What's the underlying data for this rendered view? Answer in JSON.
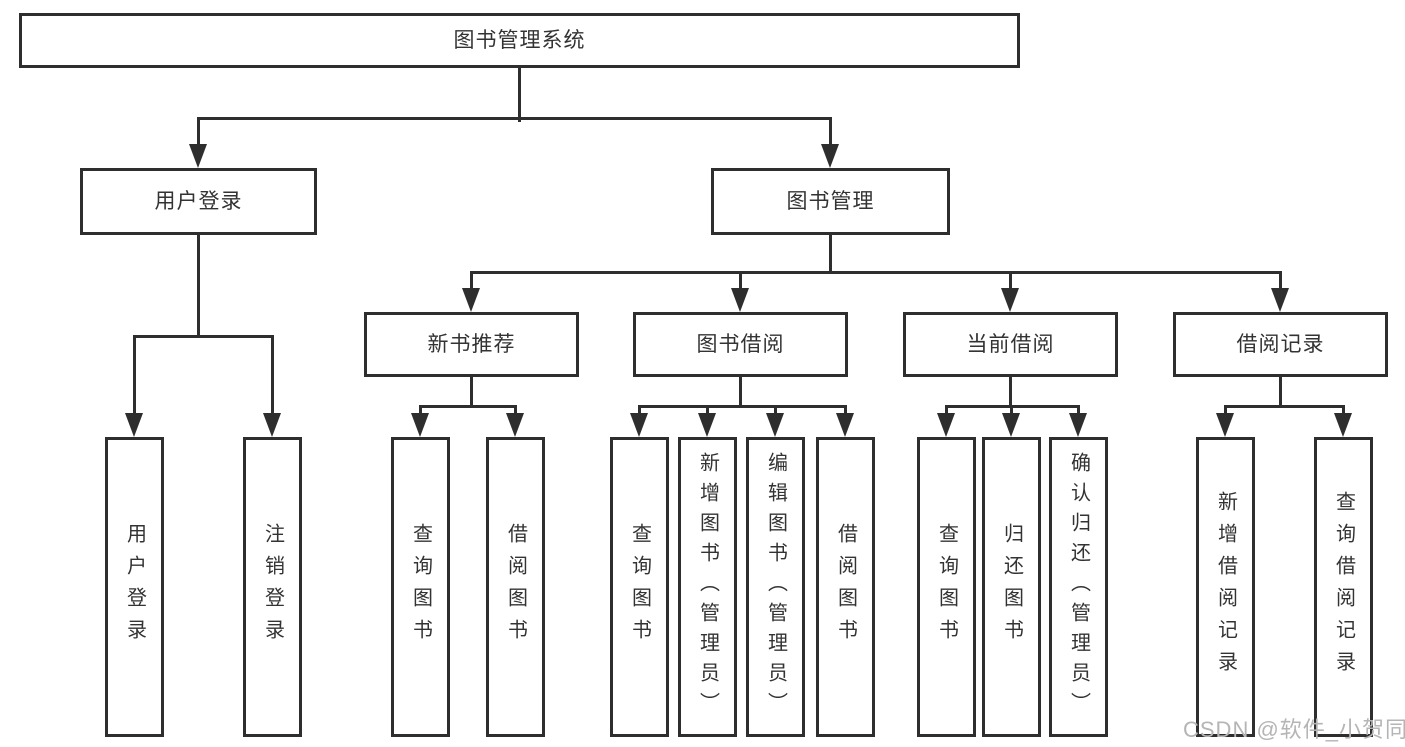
{
  "diagram": {
    "root": {
      "label": "图书管理系统"
    },
    "user_branch": {
      "label": "用户登录",
      "children": [
        {
          "label": "用户登录"
        },
        {
          "label": "注销登录"
        }
      ]
    },
    "mgmt_branch": {
      "label": "图书管理",
      "sections": [
        {
          "label": "新书推荐",
          "children": [
            {
              "label": "查询图书"
            },
            {
              "label": "借阅图书"
            }
          ]
        },
        {
          "label": "图书借阅",
          "children": [
            {
              "label": "查询图书"
            },
            {
              "label": "新增图书（管理员）"
            },
            {
              "label": "编辑图书（管理员）"
            },
            {
              "label": "借阅图书"
            }
          ]
        },
        {
          "label": "当前借阅",
          "children": [
            {
              "label": "查询图书"
            },
            {
              "label": "归还图书"
            },
            {
              "label": "确认归还（管理员）"
            }
          ]
        },
        {
          "label": "借阅记录",
          "children": [
            {
              "label": "新增借阅记录"
            },
            {
              "label": "查询借阅记录"
            }
          ]
        }
      ]
    }
  },
  "watermark": {
    "text": "CSDN @软件_小贺同学"
  },
  "colors": {
    "line": "#2e2e2e",
    "text": "#333333",
    "background": "#ffffff",
    "watermark": "#b5b5b5"
  }
}
